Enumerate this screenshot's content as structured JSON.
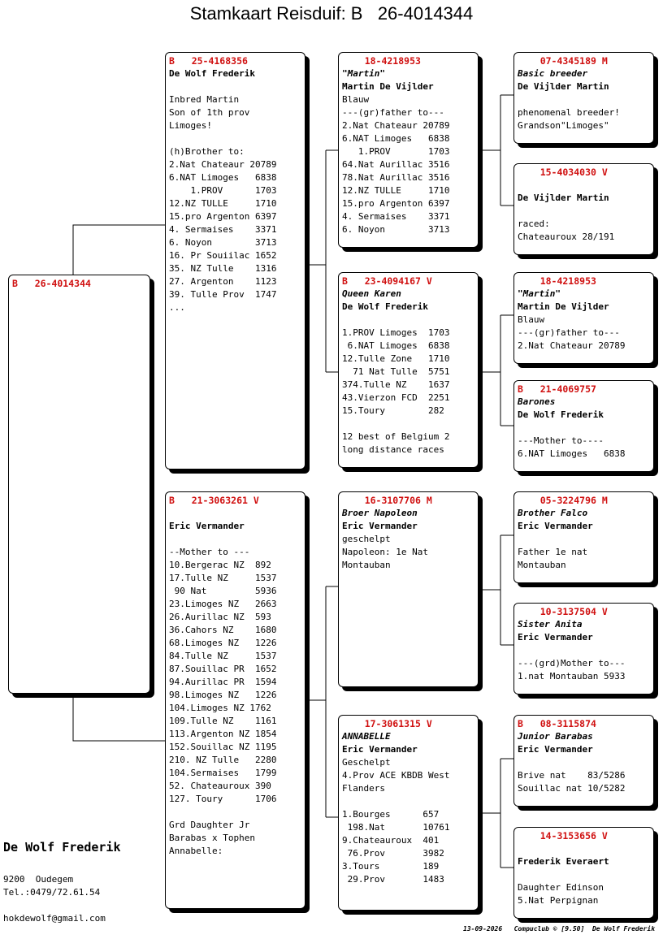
{
  "title": "Stamkaart Reisduif: B   26-4014344",
  "cards": [
    {
      "id": "subject",
      "head": "B   26-4014344",
      "lines": []
    },
    {
      "id": "sire",
      "head": "B   25-4168356",
      "lines": [
        {
          "t": "De Wolf Frederik",
          "s": "bold"
        },
        {
          "t": ""
        },
        {
          "t": "Inbred Martin"
        },
        {
          "t": "Son of 1th prov"
        },
        {
          "t": "Limoges!"
        },
        {
          "t": ""
        },
        {
          "t": "(h)Brother to:"
        },
        {
          "t": "2.Nat Chateaur 20789"
        },
        {
          "t": "6.NAT Limoges   6838"
        },
        {
          "t": "    1.PROV      1703"
        },
        {
          "t": "12.NZ TULLE     1710"
        },
        {
          "t": "15.pro Argenton 6397"
        },
        {
          "t": "4. Sermaises    3371"
        },
        {
          "t": "6. Noyon        3713"
        },
        {
          "t": "16. Pr Souiilac 1652"
        },
        {
          "t": "35. NZ Tulle    1316"
        },
        {
          "t": "27. Argenton    1123"
        },
        {
          "t": "39. Tulle Prov  1747"
        },
        {
          "t": "..."
        }
      ]
    },
    {
      "id": "dam",
      "head": "B   21-3063261 V",
      "lines": [
        {
          "t": ""
        },
        {
          "t": "Eric Vermander",
          "s": "bold"
        },
        {
          "t": ""
        },
        {
          "t": "--Mother to ---"
        },
        {
          "t": "10.Bergerac NZ  892"
        },
        {
          "t": "17.Tulle NZ     1537"
        },
        {
          "t": " 90 Nat         5936"
        },
        {
          "t": "23.Limoges NZ   2663"
        },
        {
          "t": "26.Aurillac NZ  593"
        },
        {
          "t": "36.Cahors NZ    1680"
        },
        {
          "t": "68.Limoges NZ   1226"
        },
        {
          "t": "84.Tulle NZ     1537"
        },
        {
          "t": "87.Souillac PR  1652"
        },
        {
          "t": "94.Aurillac PR  1594"
        },
        {
          "t": "98.Limoges NZ   1226"
        },
        {
          "t": "104.Limoges NZ 1762"
        },
        {
          "t": "109.Tulle NZ    1161"
        },
        {
          "t": "113.Argenton NZ 1854"
        },
        {
          "t": "152.Souillac NZ 1195"
        },
        {
          "t": "210. NZ Tulle   2280"
        },
        {
          "t": "104.Sermaises   1799"
        },
        {
          "t": "52. Chateauroux 390"
        },
        {
          "t": "127. Toury      1706"
        },
        {
          "t": ""
        },
        {
          "t": "Grd Daughter Jr"
        },
        {
          "t": "Barabas x Tophen"
        },
        {
          "t": "Annabelle:"
        }
      ]
    },
    {
      "id": "ss",
      "head": "    18-4218953",
      "lines": [
        {
          "t": "\"Martin\"",
          "s": "sub"
        },
        {
          "t": "Martin De Vijlder",
          "s": "bold"
        },
        {
          "t": "Blauw"
        },
        {
          "t": "---(gr)father to---"
        },
        {
          "t": "2.Nat Chateaur 20789"
        },
        {
          "t": "6.NAT Limoges   6838"
        },
        {
          "t": "   1.PROV       1703"
        },
        {
          "t": "64.Nat Aurillac 3516"
        },
        {
          "t": "78.Nat Aurillac 3516"
        },
        {
          "t": "12.NZ TULLE     1710"
        },
        {
          "t": "15.pro Argenton 6397"
        },
        {
          "t": "4. Sermaises    3371"
        },
        {
          "t": "6. Noyon        3713"
        }
      ]
    },
    {
      "id": "sd",
      "head": "B   23-4094167 V",
      "lines": [
        {
          "t": "Queen Karen",
          "s": "sub"
        },
        {
          "t": "De Wolf Frederik",
          "s": "bold"
        },
        {
          "t": ""
        },
        {
          "t": "1.PROV Limoges  1703"
        },
        {
          "t": " 6.NAT Limoges  6838"
        },
        {
          "t": "12.Tulle Zone   1710"
        },
        {
          "t": "  71 Nat Tulle  5751"
        },
        {
          "t": "374.Tulle NZ    1637"
        },
        {
          "t": "43.Vierzon FCD  2251"
        },
        {
          "t": "15.Toury        282"
        },
        {
          "t": ""
        },
        {
          "t": "12 best of Belgium 2"
        },
        {
          "t": "long distance races"
        }
      ]
    },
    {
      "id": "ds",
      "head": "    16-3107706 M",
      "lines": [
        {
          "t": "Broer Napoleon",
          "s": "sub"
        },
        {
          "t": "Eric Vermander",
          "s": "bold"
        },
        {
          "t": "geschelpt"
        },
        {
          "t": "Napoleon: 1e Nat"
        },
        {
          "t": "Montauban"
        }
      ]
    },
    {
      "id": "dd",
      "head": "    17-3061315 V",
      "lines": [
        {
          "t": "ANNABELLE",
          "s": "sub"
        },
        {
          "t": "Eric Vermander",
          "s": "bold"
        },
        {
          "t": "Geschelpt"
        },
        {
          "t": "4.Prov ACE KBDB West"
        },
        {
          "t": "Flanders"
        },
        {
          "t": ""
        },
        {
          "t": "1.Bourges      657"
        },
        {
          "t": " 198.Nat       10761"
        },
        {
          "t": "9.Chateauroux  401"
        },
        {
          "t": " 76.Prov       3982"
        },
        {
          "t": "3.Tours        189"
        },
        {
          "t": " 29.Prov       1483"
        }
      ]
    },
    {
      "id": "sss",
      "head": "    07-4345189 M",
      "lines": [
        {
          "t": "Basic breeder",
          "s": "sub"
        },
        {
          "t": "De Vijlder Martin",
          "s": "bold"
        },
        {
          "t": ""
        },
        {
          "t": "phenomenal breeder!"
        },
        {
          "t": "Grandson\"Limoges\""
        }
      ]
    },
    {
      "id": "ssd",
      "head": "    15-4034030 V",
      "lines": [
        {
          "t": ""
        },
        {
          "t": "De Vijlder Martin",
          "s": "bold"
        },
        {
          "t": ""
        },
        {
          "t": "raced:"
        },
        {
          "t": "Chateauroux 28/191"
        }
      ]
    },
    {
      "id": "sds",
      "head": "    18-4218953",
      "lines": [
        {
          "t": "\"Martin\"",
          "s": "sub"
        },
        {
          "t": "Martin De Vijlder",
          "s": "bold"
        },
        {
          "t": "Blauw"
        },
        {
          "t": "---(gr)father to---"
        },
        {
          "t": "2.Nat Chateaur 20789"
        }
      ]
    },
    {
      "id": "sdd",
      "head": "B   21-4069757",
      "lines": [
        {
          "t": "Barones",
          "s": "sub"
        },
        {
          "t": "De Wolf Frederik",
          "s": "bold"
        },
        {
          "t": ""
        },
        {
          "t": "---Mother to----"
        },
        {
          "t": "6.NAT Limoges   6838"
        }
      ]
    },
    {
      "id": "dss",
      "head": "    05-3224796 M",
      "lines": [
        {
          "t": "Brother Falco",
          "s": "sub"
        },
        {
          "t": "Eric Vermander",
          "s": "bold"
        },
        {
          "t": ""
        },
        {
          "t": "Father 1e nat"
        },
        {
          "t": "Montauban"
        }
      ]
    },
    {
      "id": "dsd",
      "head": "    10-3137504 V",
      "lines": [
        {
          "t": "Sister Anita",
          "s": "sub"
        },
        {
          "t": "Eric Vermander",
          "s": "bold"
        },
        {
          "t": ""
        },
        {
          "t": "---(grd)Mother to---"
        },
        {
          "t": "1.nat Montauban 5933"
        }
      ]
    },
    {
      "id": "dds",
      "head": "B   08-3115874",
      "lines": [
        {
          "t": "Junior Barabas",
          "s": "sub"
        },
        {
          "t": "Eric Vermander",
          "s": "bold"
        },
        {
          "t": ""
        },
        {
          "t": "Brive nat    83/5286"
        },
        {
          "t": "Souillac nat 10/5282"
        }
      ]
    },
    {
      "id": "ddd",
      "head": "    14-3153656 V",
      "lines": [
        {
          "t": ""
        },
        {
          "t": "Frederik Everaert",
          "s": "bold"
        },
        {
          "t": ""
        },
        {
          "t": "Daughter Edinson"
        },
        {
          "t": "5.Nat Perpignan"
        }
      ]
    }
  ],
  "owner": {
    "name": "De Wolf Frederik",
    "address": "9200  Oudegem",
    "phone": "Tel.:0479/72.61.54",
    "email": "hokdewolf@gmail.com"
  },
  "footer": "13-09-2026   Compuclub © [9.50]  De Wolf Frederik"
}
